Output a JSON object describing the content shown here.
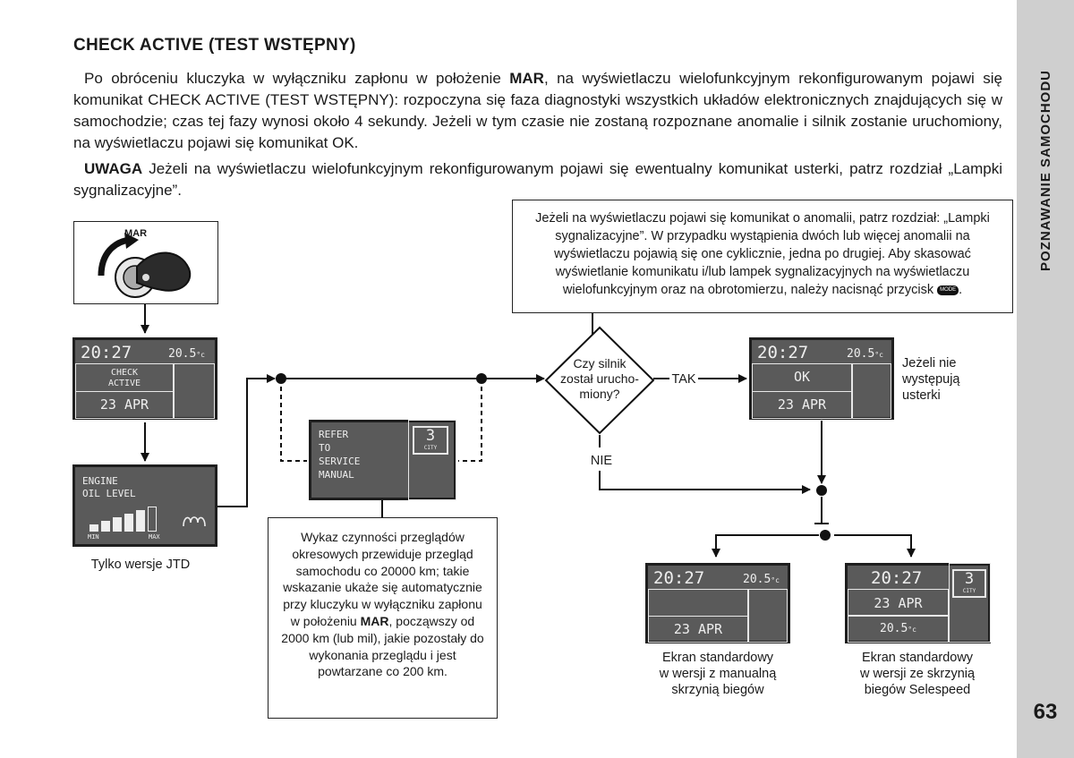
{
  "heading": "CHECK ACTIVE (TEST WSTĘPNY)",
  "sidebar_title": "POZNAWANIE SAMOCHODU",
  "page_number": "63",
  "intro": {
    "p1": "Po obróceniu kluczyka w wyłączniku zapłonu w położenie",
    "p1_bold": "MAR",
    "p1_rest": ", na wyświetlaczu wielofunkcyjnym rekonfigurowanym pojawi się komunikat CHECK ACTIVE (TEST WSTĘPNY): rozpoczyna się faza diagnostyki wszystkich układów elektronicznych znajdujących się w samochodzie; czas tej fazy wynosi około 4 sekundy. Jeżeli w tym czasie nie zostaną rozpoznane anomalie i silnik zostanie uruchomiony, na wyświetlaczu pojawi się komunikat OK.",
    "note_label": "UWAGA",
    "note_text": " Jeżeli na wyświetlaczu wielofunkcyjnym rekonfigurowanym pojawi się ewentualny komunikat usterki, patrz rozdział „Lampki sygnalizacyjne”."
  },
  "key_label": "MAR",
  "top_box": {
    "text": "Jeżeli na wyświetlaczu pojawi się komunikat o anomalii, patrz rozdział: „Lampki sygnalizacyjne”. W przypadku wystąpienia dwóch lub więcej anomalii na wyświetlaczu pojawią się one cyklicznie, jedna po drugiej. Aby skasować wyświetlanie komunikatu i/lub lampek sygnalizacyjnych na wyświetlaczu wielofunkcyjnym oraz na obrotomierzu, należy nacisnąć przycisk",
    "button_label": "MODE",
    "end": "."
  },
  "display_check": {
    "time": "20:27",
    "temp": "20.5",
    "temp_unit": "°c",
    "line1": "CHECK",
    "line2": "ACTIVE",
    "date": "23 APR"
  },
  "display_oil": {
    "line1": "ENGINE",
    "line2": "OIL LEVEL",
    "min": "MIN",
    "max": "MAX",
    "level_bars": 5,
    "total_bars": 6
  },
  "display_service": {
    "lines": [
      "REFER",
      "TO",
      "SERVICE",
      "MANUAL"
    ],
    "gear": "3",
    "mode": "CITY"
  },
  "display_ok": {
    "time": "20:27",
    "temp": "20.5",
    "temp_unit": "°c",
    "message": "OK",
    "date": "23 APR"
  },
  "display_manual": {
    "time": "20:27",
    "temp": "20.5",
    "temp_unit": "°c",
    "date": "23 APR"
  },
  "display_selespeed": {
    "time": "20:27",
    "date": "23 APR",
    "temp": "20.5",
    "temp_unit": "°c",
    "gear": "3",
    "mode": "CITY"
  },
  "decision": {
    "line1": "Czy silnik",
    "line2": "został urucho-",
    "line3": "miony?",
    "yes": "TAK",
    "no": "NIE"
  },
  "captions": {
    "jtd": "Tylko wersje JTD",
    "no_faults": [
      "Jeżeli nie",
      "występują",
      "usterki"
    ],
    "manual": [
      "Ekran standardowy",
      "w wersji z manualną",
      "skrzynią biegów"
    ],
    "selespeed": [
      "Ekran standardowy",
      "w wersji ze skrzynią",
      "biegów Selespeed"
    ]
  },
  "service_box": {
    "text1": "Wykaz czynności przeglądów okresowych przewiduje przegląd samochodu co 20000 km; takie wskazanie ukaże się automatycznie przy kluczyku w wyłączniku zapłonu w położeniu",
    "bold": "MAR",
    "text2": ", począwszy od 2000 km (lub mil), jakie pozostały do wykonania przeglądu i jest powtarzane co 200 km."
  }
}
